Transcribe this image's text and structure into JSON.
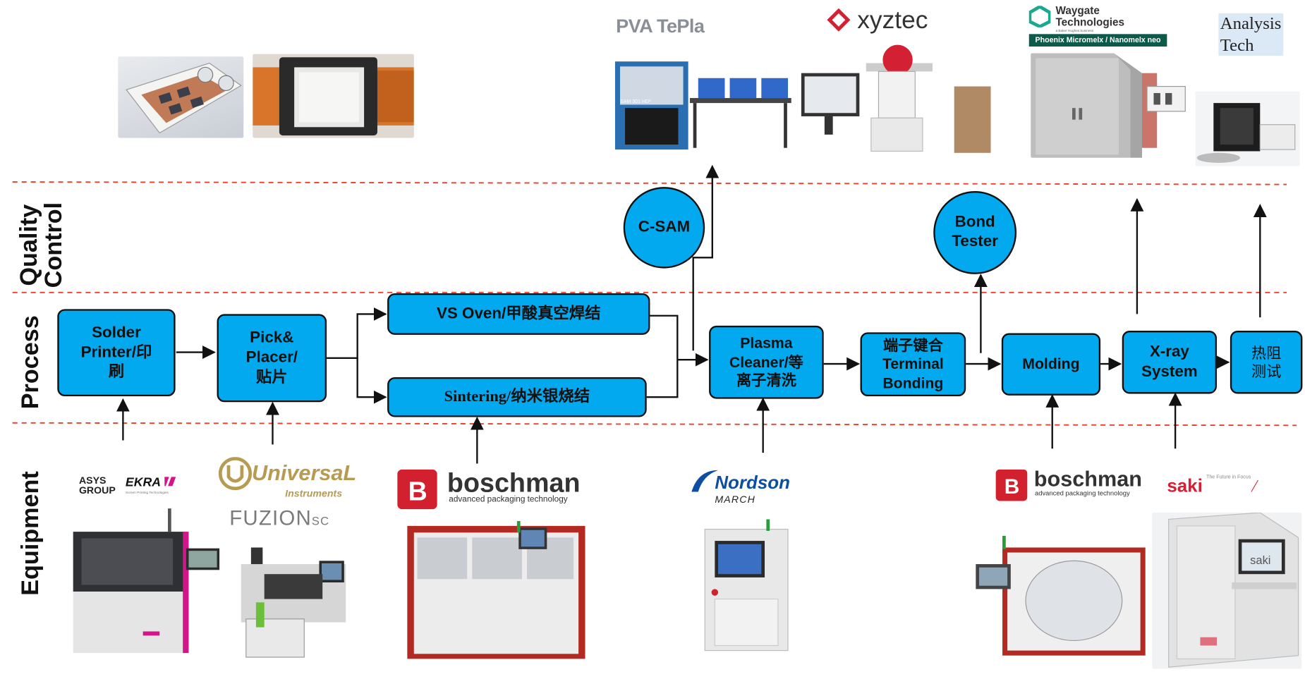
{
  "zones": {
    "quality_control": "Quality\nControl",
    "process": "Process",
    "equipment": "Equipment"
  },
  "process_steps": {
    "solder_printer": "Solder\nPrinter/印\n刷",
    "pick_placer": "Pick&\nPlacer/\n贴片",
    "vs_oven": "VS Oven/甲酸真空焊结",
    "sintering": "Sintering/纳米银烧结",
    "plasma_cleaner": "Plasma\nCleaner/等\n离子清洗",
    "terminal_bonding": "端子键合\nTerminal\nBonding",
    "molding": "Molding",
    "xray": "X-ray\nSystem",
    "thermal_resistance": "热阻\n测试"
  },
  "quality_steps": {
    "csam": "C-SAM",
    "bond_tester": "Bond\nTester"
  },
  "qc_vendors": {
    "pva_tepla": "PVA TePla",
    "xyztec": "xyztec",
    "waygate_line1": "Waygate",
    "waygate_line2": "Technologies",
    "waygate_sub": "a Baker Hughes business",
    "phoenix": "Phoenix Micromelx / Nanomelx neo",
    "analysis_tech": "Analysis\nTech"
  },
  "equipment_vendors": {
    "asys_line1": "ASYS",
    "asys_line2": "GROUP",
    "ekra": "EKRA",
    "ekra_sub": "Screen Printing Technologies",
    "universal": "UniversaL",
    "universal_sub": "Instruments",
    "fuzion": "FUZION",
    "fuzion_sub": "SC",
    "boschman": "boschman",
    "boschman_sub": "advanced packaging technology",
    "nordson": "Nordson",
    "nordson_sub": "MARCH",
    "boschman2": "boschman",
    "boschman2_sub": "advanced packaging technology",
    "saki": "saki",
    "saki_sub": "The Future in Focus"
  },
  "photo_labels": {
    "csam_screen": "SAM 301 HD²",
    "saki_screen": "saki"
  },
  "colors": {
    "box_fill": "#03a9ee",
    "divider": "#e8402a",
    "ekra_magenta": "#d2168a",
    "boschman_red": "#d3202f",
    "nordson_blue": "#0b4ea2",
    "saki_red": "#d61f34",
    "waygate_green": "#1aa88f"
  }
}
